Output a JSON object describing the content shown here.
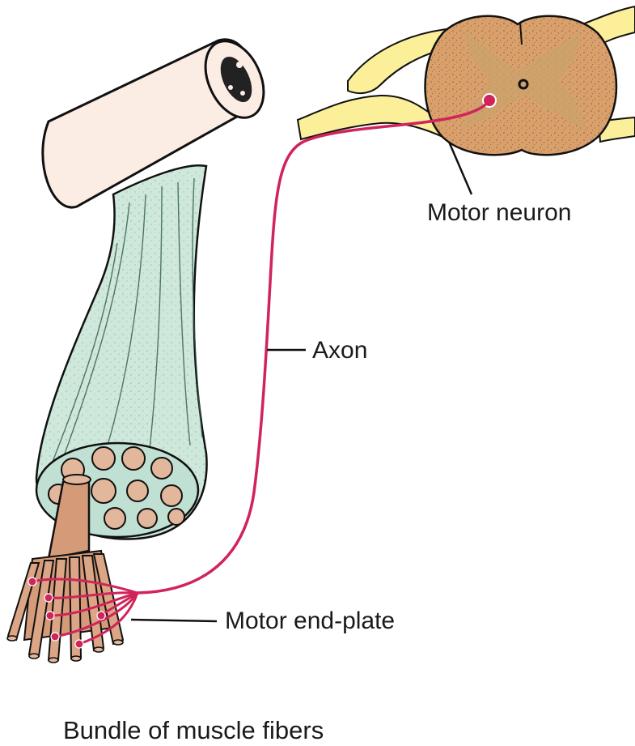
{
  "labels": {
    "motor_neuron": "Motor neuron",
    "axon": "Axon",
    "motor_end_plate": "Motor end-plate"
  },
  "caption": "Bundle of muscle fibers",
  "colors": {
    "axon": "#d0245a",
    "nerve_sheath": "#fbef9a",
    "spinal_cord": "#d9a06b",
    "gray_matter": "#caa36c",
    "muscle_sheath": "#cfe8dc",
    "muscle_fiber": "#e3b79b",
    "bone": "#fbece4",
    "outline": "#111111"
  }
}
